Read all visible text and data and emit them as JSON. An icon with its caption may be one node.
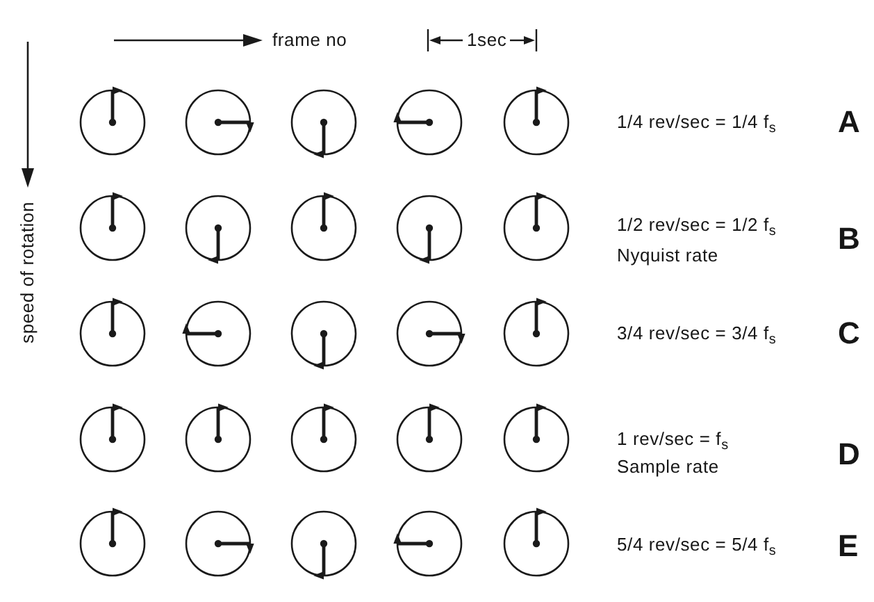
{
  "diagram": {
    "labels": [
      "frame no",
      "1sec",
      "speed of rotation",
      "1/4 rev/sec = 1/4 f$_{s}$",
      "A",
      "1/2 rev/sec = 1/2 f$_{s}$",
      "Nyquist rate",
      "B",
      "3/4 rev/sec = 3/4 f$_{s}$",
      "C",
      "1 rev/sec = f$_{s}$",
      "Sample rate",
      "D",
      "5/4 rev/sec = 5/4 f$_{s}$",
      "E"
    ]
  }
}
